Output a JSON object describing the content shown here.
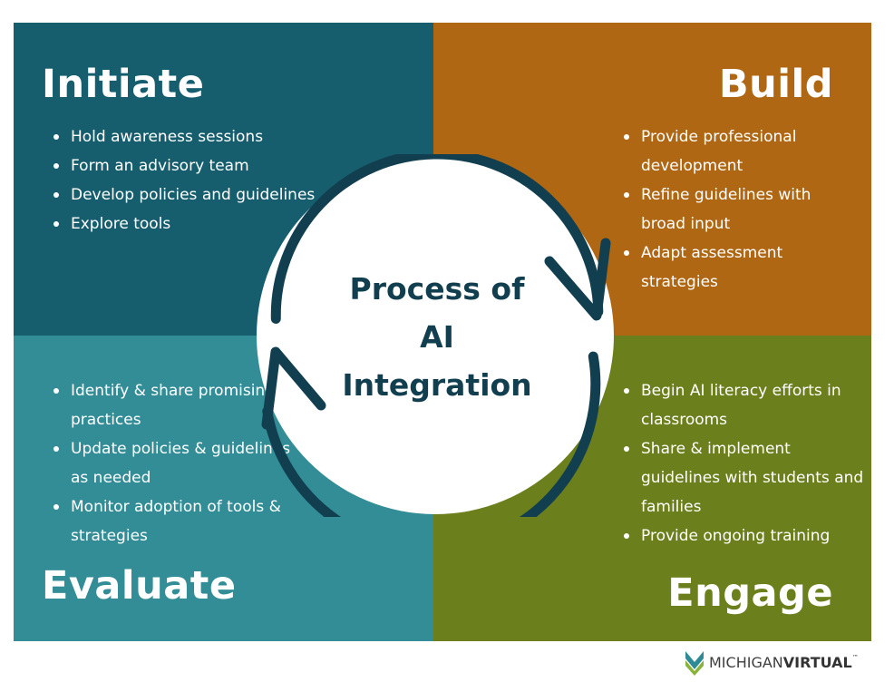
{
  "diagram": {
    "center_title": [
      "Process of",
      "AI",
      "Integration"
    ],
    "quadrants": [
      {
        "id": "initiate",
        "title": "Initiate",
        "color": "#165e6e",
        "items": [
          "Hold awareness sessions",
          "Form an advisory team",
          "Develop policies and guidelines",
          "Explore tools"
        ]
      },
      {
        "id": "build",
        "title": "Build",
        "color": "#b06713",
        "items": [
          "Provide professional development",
          "Refine guidelines with broad input",
          "Adapt assessment strategies"
        ]
      },
      {
        "id": "evaluate",
        "title": "Evaluate",
        "color": "#328d96",
        "items": [
          "Identify & share promising practices",
          "Update policies & guidelines as needed",
          "Monitor adoption of tools & strategies"
        ]
      },
      {
        "id": "engage",
        "title": "Engage",
        "color": "#6b7f1d",
        "items": [
          "Begin AI literacy efforts in classrooms",
          "Share & implement guidelines with students and families",
          "Provide ongoing training"
        ]
      }
    ],
    "arrow_color": "#123f4f"
  },
  "logo": {
    "text_light": "MICHIGAN",
    "text_bold": "VIRTUAL",
    "tm": "™",
    "icon": "michigan-virtual-logo-icon"
  }
}
